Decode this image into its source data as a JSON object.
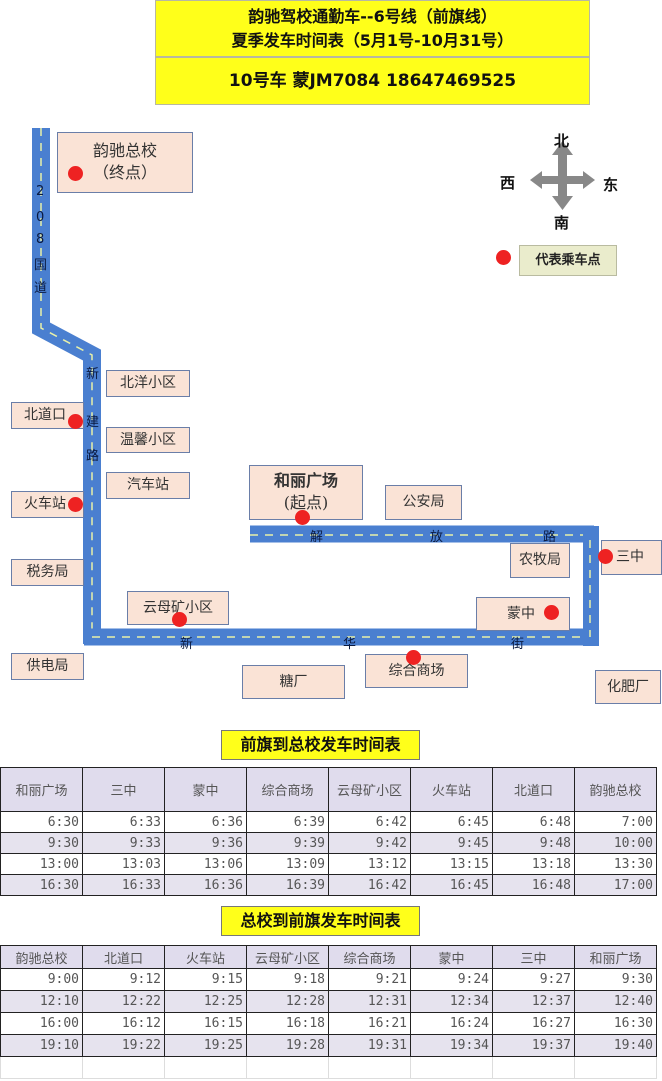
{
  "header": {
    "line1": "韵驰驾校通勤车--6号线（前旗线）",
    "line2": "夏季发车时间表（5月1号-10月31号）",
    "vehicle": "10号车 蒙JM7084 18647469525"
  },
  "compass": {
    "north": "北",
    "south": "南",
    "west": "西",
    "east": "东"
  },
  "legend": {
    "label": "代表乘车点",
    "dot_color": "#ee2222"
  },
  "colors": {
    "road": "#4a7fd0",
    "label_bg": "#fae3d6",
    "title_bg": "#ffff1a"
  },
  "roads": {
    "g208": [
      "2",
      "0",
      "8",
      "国",
      "道"
    ],
    "xinjian": [
      "新",
      "建",
      "路"
    ],
    "jiefang": [
      "解",
      "放",
      "路"
    ],
    "xinhua": [
      "新",
      "华",
      "街"
    ]
  },
  "map_labels": {
    "yunchi_line1": "韵驰总校",
    "yunchi_line2": "（终点）",
    "heli_line1": "和丽广场",
    "heli_line2": "(起点)",
    "beiyang": "北洋小区",
    "beidaokou": "北道口",
    "wenxin": "温馨小区",
    "qichezhan": "汽车站",
    "huochezhan": "火车站",
    "shuiwuju": "税务局",
    "gonganju": "公安局",
    "nongmuju": "农牧局",
    "sanzhong": "三中",
    "mengzhong": "蒙中",
    "yunmukuang": "云母矿小区",
    "tangchang": "糖厂",
    "zonghe": "综合商场",
    "gongdianju": "供电局",
    "huafeichang": "化肥厂"
  },
  "schedule_to_school": {
    "title": "前旗到总校发车时间表",
    "headers": [
      "和丽广场",
      "三中",
      "蒙中",
      "综合商场",
      "云母矿小区",
      "火车站",
      "北道口",
      "韵驰总校"
    ],
    "rows": [
      [
        "6:30",
        "6:33",
        "6:36",
        "6:39",
        "6:42",
        "6:45",
        "6:48",
        "7:00"
      ],
      [
        "9:30",
        "9:33",
        "9:36",
        "9:39",
        "9:42",
        "9:45",
        "9:48",
        "10:00"
      ],
      [
        "13:00",
        "13:03",
        "13:06",
        "13:09",
        "13:12",
        "13:15",
        "13:18",
        "13:30"
      ],
      [
        "16:30",
        "16:33",
        "16:36",
        "16:39",
        "16:42",
        "16:45",
        "16:48",
        "17:00"
      ]
    ]
  },
  "schedule_to_qianqi": {
    "title": "总校到前旗发车时间表",
    "headers": [
      "韵驰总校",
      "北道口",
      "火车站",
      "云母矿小区",
      "综合商场",
      "蒙中",
      "三中",
      "和丽广场"
    ],
    "rows": [
      [
        "9:00",
        "9:12",
        "9:15",
        "9:18",
        "9:21",
        "9:24",
        "9:27",
        "9:30"
      ],
      [
        "12:10",
        "12:22",
        "12:25",
        "12:28",
        "12:31",
        "12:34",
        "12:37",
        "12:40"
      ],
      [
        "16:00",
        "16:12",
        "16:15",
        "16:18",
        "16:21",
        "16:24",
        "16:27",
        "16:30"
      ],
      [
        "19:10",
        "19:22",
        "19:25",
        "19:28",
        "19:31",
        "19:34",
        "19:37",
        "19:40"
      ]
    ]
  }
}
